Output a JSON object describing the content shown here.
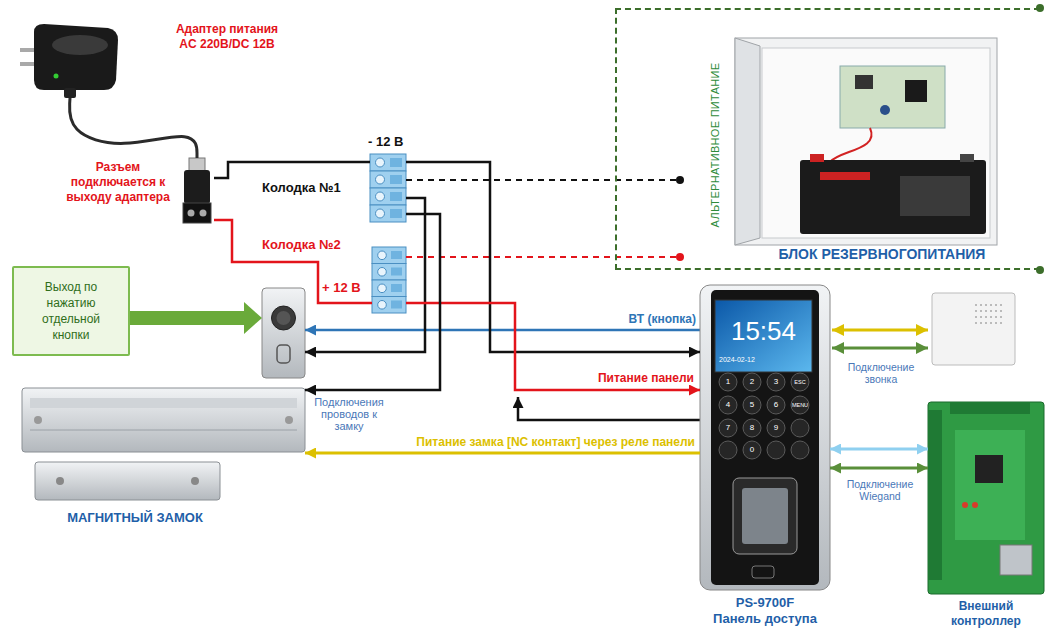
{
  "diagram": {
    "nodes": [
      {
        "text": [
          "Адаптер питания AC 220В/DC 12В"
        ]
      },
      {
        "text": [
          "Разъем подключается к выходу адаптера"
        ]
      },
      {
        "text": [
          "- 12 В",
          "Колодка №1"
        ]
      },
      {
        "text": [
          "Колодка №2",
          "+ 12 В"
        ]
      },
      {
        "text": [
          "Выход по нажатию отдельной кнопки"
        ]
      },
      {
        "text": [
          "МАГНИТНЫЙ ЗАМОК"
        ]
      },
      {
        "text": [
          "PS-9700F Панель доступа"
        ]
      },
      {
        "text": [
          "АЛЬТЕРНАТИВНОЕ ПИТАНИЕ",
          "БЛОК РЕЗЕРВНОГОПИТАНИЯ"
        ]
      },
      {
        "text": [
          "Внешний контроллер"
        ]
      }
    ],
    "edges": [
      {
        "from": 0,
        "to": 1,
        "arrow": "none"
      },
      {
        "from": 1,
        "to": 2,
        "arrow": "none"
      },
      {
        "from": 1,
        "to": 3,
        "arrow": "none"
      },
      {
        "from": 2,
        "to": 7,
        "arrow": "none"
      },
      {
        "from": 3,
        "to": 7,
        "arrow": "none"
      },
      {
        "from": 2,
        "to": 6,
        "arrow": "to"
      },
      {
        "from": 3,
        "to": 6,
        "label": "Питание панели",
        "arrow": "to"
      },
      {
        "from": 2,
        "to": 5,
        "arrow": "to"
      },
      {
        "from": 6,
        "to": 5,
        "label": "Питание замка [NC контакт] через реле панели",
        "arrow": "to"
      },
      {
        "from": 6,
        "to": 8,
        "label": "Подключение Wiegand",
        "arrow": "both"
      },
      {
        "from": 6,
        "to": 8,
        "arrow": "both"
      }
    ],
    "labels": [
      "ВТ (кнопка)",
      "Подключения проводов к замку",
      "Подключение звонка",
      "15:54",
      "2024-02-12",
      "1",
      "2",
      "3",
      "ESC",
      "4",
      "5",
      "6",
      "MENU",
      "7",
      "8",
      "9",
      "0"
    ]
  }
}
